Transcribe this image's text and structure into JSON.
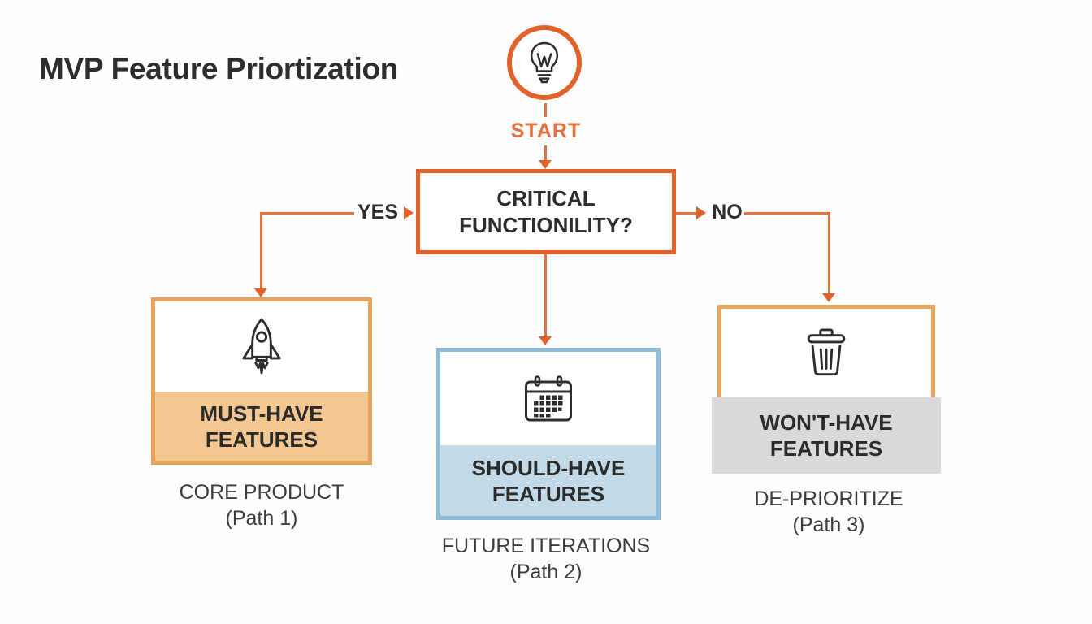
{
  "title": "MVP Feature Priortization",
  "start": {
    "label": "START",
    "icon": "lightbulb-icon"
  },
  "decision": {
    "label_line1": "CRITICAL",
    "label_line2": "FUNCTIONILITY?"
  },
  "branches": {
    "yes": "YES",
    "no": "NO"
  },
  "paths": [
    {
      "name": "must-have",
      "icon": "rocket-icon",
      "label_line1": "MUST-HAVE",
      "label_line2": "FEATURES",
      "caption_line1": "CORE PRODUCT",
      "caption_line2": "(Path 1)",
      "frame_color": "#E9A45C",
      "fill_color": "#F2C792"
    },
    {
      "name": "should-have",
      "icon": "calendar-icon",
      "label_line1": "SHOULD-HAVE",
      "label_line2": "FEATURES",
      "caption_line1": "FUTURE ITERATIONS",
      "caption_line2": "(Path 2)",
      "frame_color": "#8FBBD6",
      "fill_color": "#C2D9E8"
    },
    {
      "name": "wont-have",
      "icon": "trash-icon",
      "label_line1": "WON'T-HAVE",
      "label_line2": "FEATURES",
      "caption_line1": "DE-PRIORITIZE",
      "caption_line2": "(Path 3)",
      "frame_color": "#EBA75D",
      "fill_color": "#D9D9DB"
    }
  ],
  "colors": {
    "accent_orange": "#E2622C",
    "arrow_orange": "#E4713E",
    "text_dark": "#2D2D2D",
    "caption_gray": "#3C3C3C"
  }
}
